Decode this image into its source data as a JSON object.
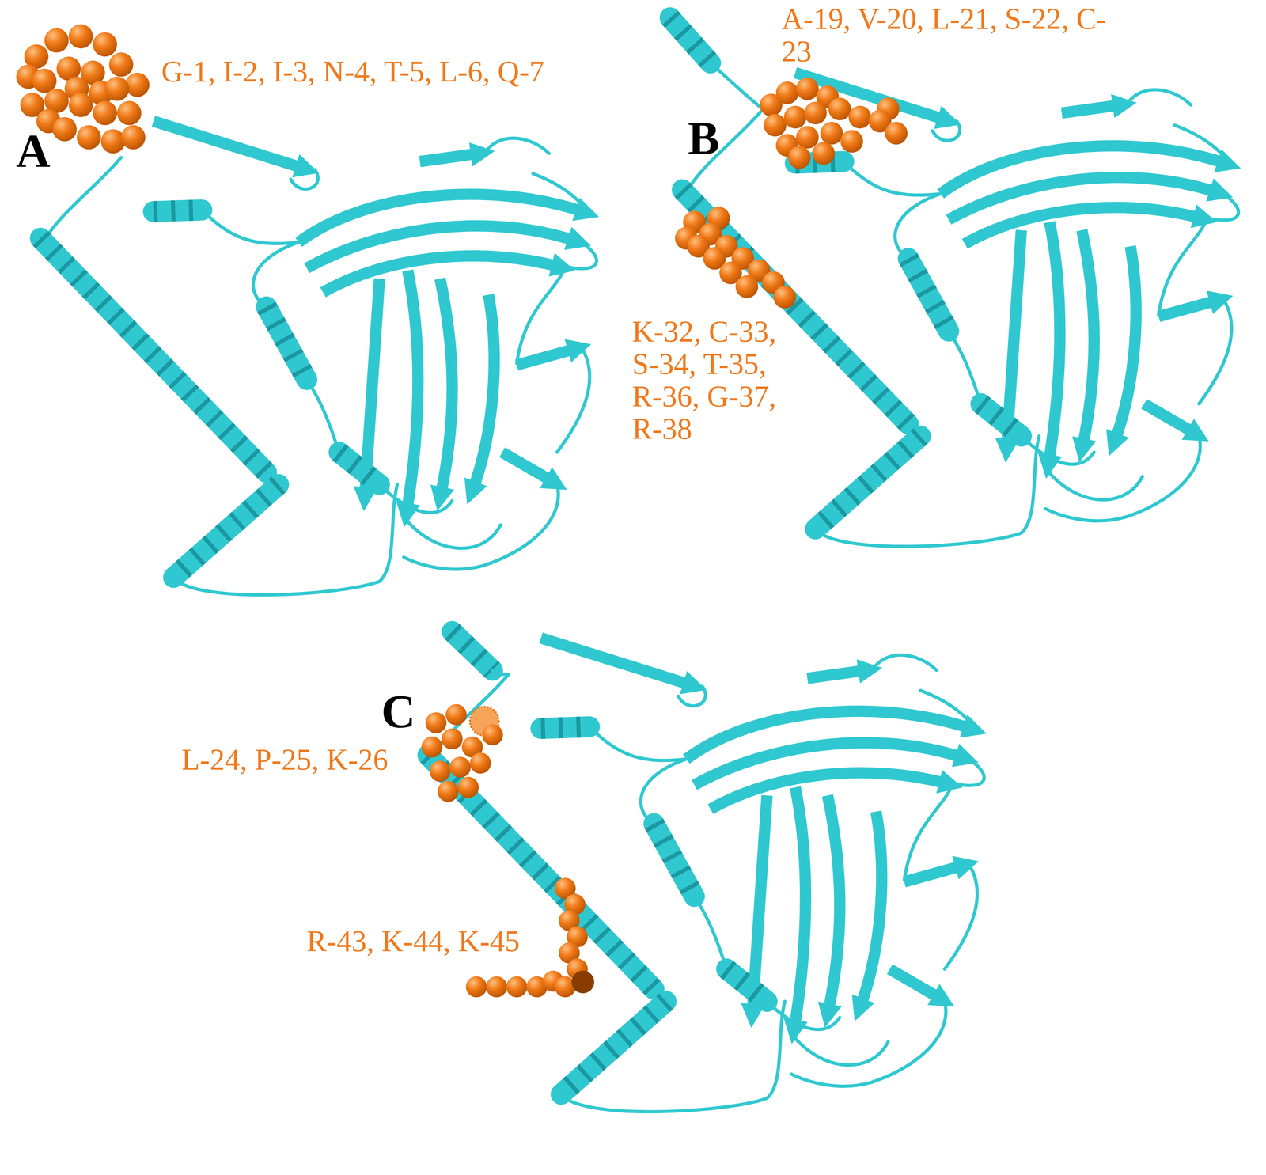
{
  "diagram": {
    "labels": [
      "A",
      "G-1, I-2, I-3, N-4, T-5, L-6, Q-7",
      "B",
      "A-19, V-20, L-21, S-22, C-23",
      "K-32, C-33, S-34, T-35, R-36, G-37, R-38",
      "C",
      "L-24, P-25, K-26",
      "R-43, K-44, K-45"
    ]
  }
}
